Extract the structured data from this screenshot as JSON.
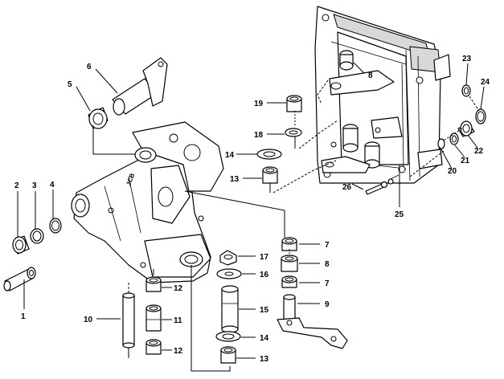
{
  "callouts": {
    "c1": "1",
    "c2": "2",
    "c3": "3",
    "c4": "4",
    "c5": "5",
    "c6": "6",
    "c7a": "7",
    "c7b": "7",
    "c8a": "8",
    "c8b": "8",
    "c9": "9",
    "c10": "10",
    "c11": "11",
    "c12a": "12",
    "c12b": "12",
    "c13a": "13",
    "c13b": "13",
    "c14a": "14",
    "c14b": "14",
    "c15": "15",
    "c16": "16",
    "c17": "17",
    "c18": "18",
    "c19": "19",
    "c20": "20",
    "c21": "21",
    "c22": "22",
    "c23": "23",
    "c24": "24",
    "c25": "25",
    "c26": "26"
  }
}
